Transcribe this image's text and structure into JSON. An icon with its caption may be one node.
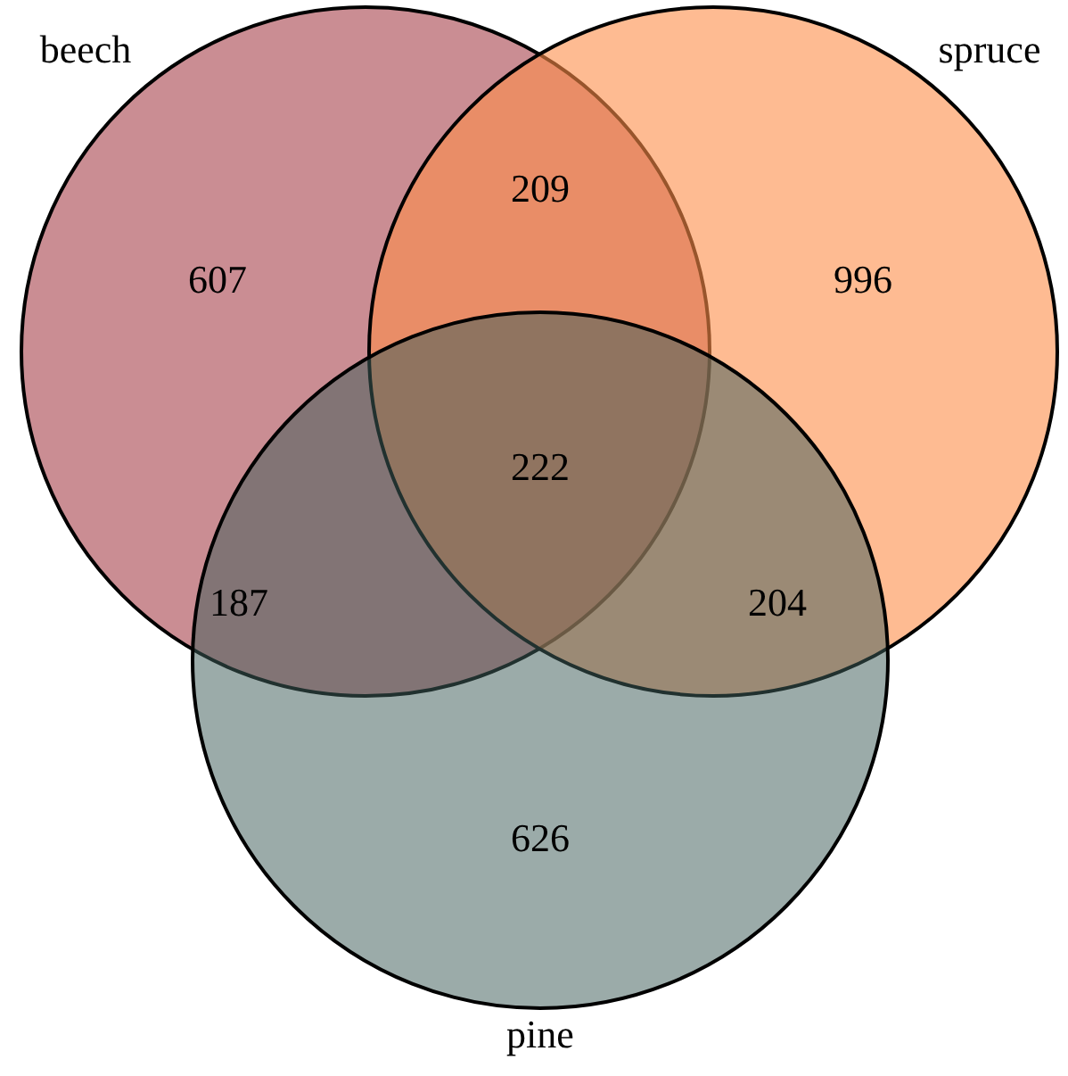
{
  "diagram": {
    "nodes": [
      {
        "text": [
          "beech"
        ]
      },
      {
        "text": [
          "spruce"
        ]
      },
      {
        "text": [
          "pine"
        ]
      }
    ],
    "edges": [],
    "labels": [
      "209",
      "607",
      "996",
      "222",
      "187",
      "204",
      "626"
    ]
  }
}
